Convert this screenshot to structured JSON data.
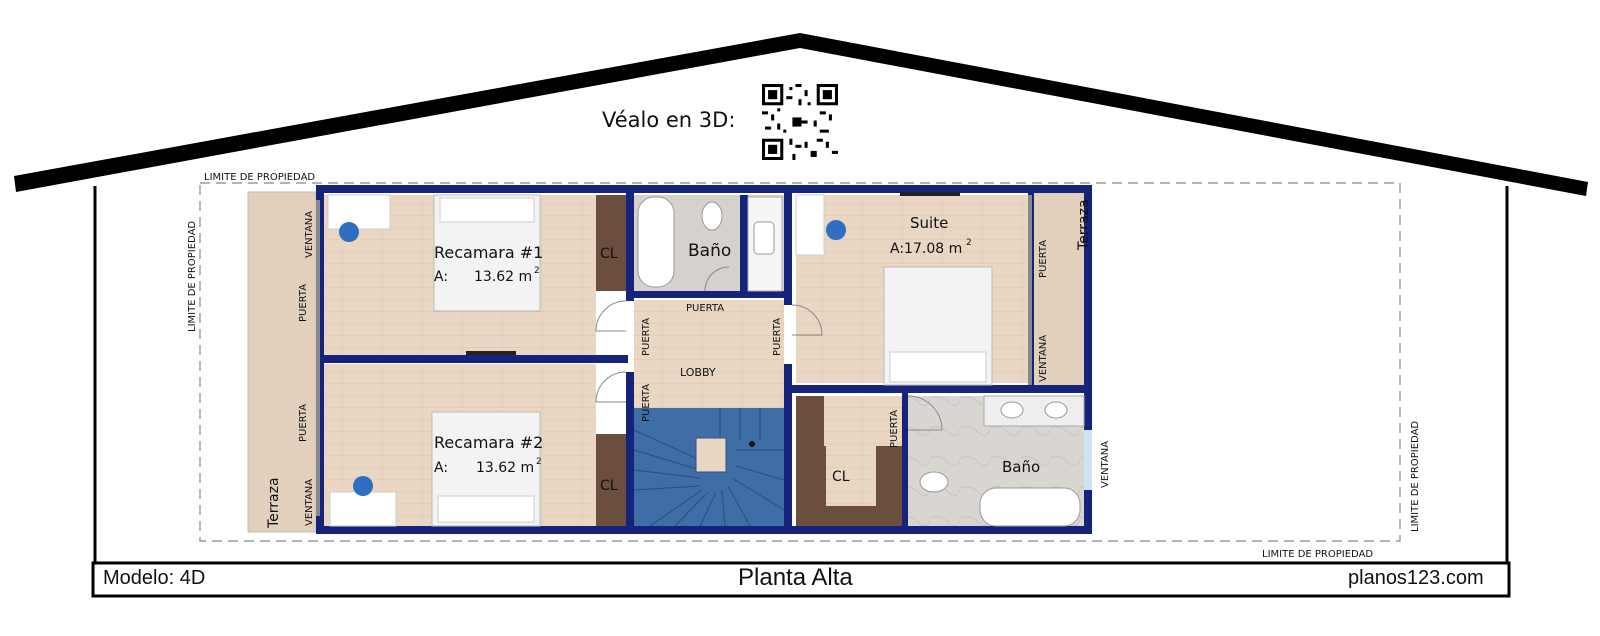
{
  "qr": {
    "label": "Véalo en 3D:",
    "icon": "qr-code-icon"
  },
  "property_labels": {
    "top": "LIMITE DE PROPIEDAD",
    "left": "LIMITE DE PROPIEDAD",
    "right": "LIMITE DE PROPIEDAD",
    "bottom": "LIMITE DE PROPIEDAD"
  },
  "rooms": {
    "bedroom1": {
      "name": "Recamara #1",
      "area_prefix": "A:",
      "area": "13.62 m",
      "unit_sup": "2"
    },
    "bedroom2": {
      "name": "Recamara #2",
      "area_prefix": "A:",
      "area": "13.62 m",
      "unit_sup": "2"
    },
    "suite": {
      "name": "Suite",
      "area": "A:17.08 m",
      "unit_sup": "2"
    },
    "bath_top": {
      "name": "Baño"
    },
    "bath_suite": {
      "name": "Baño"
    },
    "lobby": {
      "name": "LOBBY"
    },
    "closet_label": "CL",
    "terrace_label": "Terraza"
  },
  "tags": {
    "ventana": "VENTANA",
    "puerta": "PUERTA"
  },
  "footer": {
    "model": "Modelo: 4D",
    "title": "Planta Alta",
    "site": "planos123.com"
  },
  "colors": {
    "wall": "#15237a",
    "floor": "#e8d5c1",
    "stair": "#3f6ea7",
    "closet": "#6b4e3d",
    "bath_floor": "#cfcac4",
    "roof": "#000000"
  }
}
